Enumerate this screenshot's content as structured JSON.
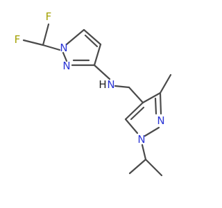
{
  "atoms": {
    "F1": {
      "label": "F",
      "color": "#a3a000"
    },
    "F2": {
      "label": "F",
      "color": "#a3a000"
    },
    "N1": {
      "label": "N",
      "color": "#2b35d6"
    },
    "N2": {
      "label": "N",
      "color": "#2b35d6"
    },
    "NH": {
      "label": "N",
      "color": "#2b35d6"
    },
    "H": {
      "label": "H",
      "color": "#1f1f1f"
    },
    "N3": {
      "label": "N",
      "color": "#2b35d6"
    },
    "N4": {
      "label": "N",
      "color": "#2b35d6"
    }
  }
}
